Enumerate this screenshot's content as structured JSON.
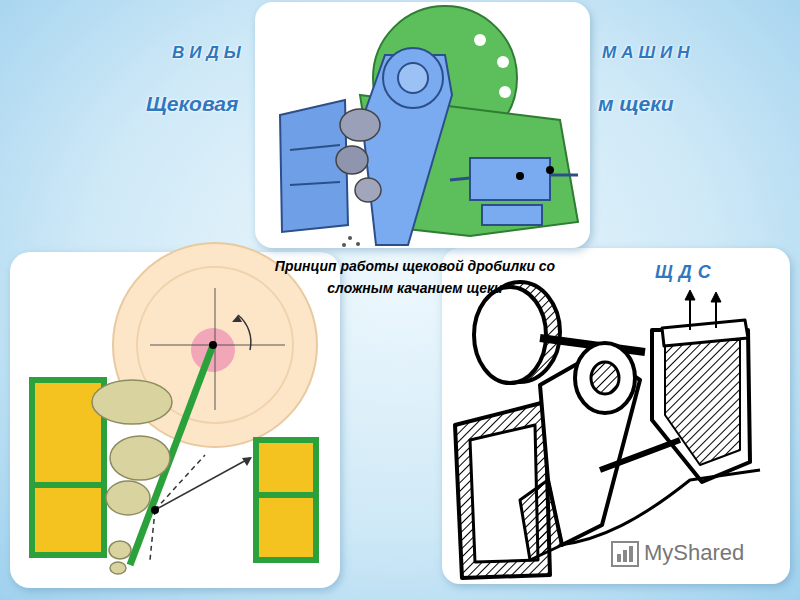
{
  "diagram": {
    "caption": "Принцип работы щековой дробилки со сложным качанием щеки",
    "labels": [
      "ВИДЫ",
      "МАШИН",
      "Щековая",
      "м щеки",
      "ЩДС",
      "MyShared"
    ]
  }
}
